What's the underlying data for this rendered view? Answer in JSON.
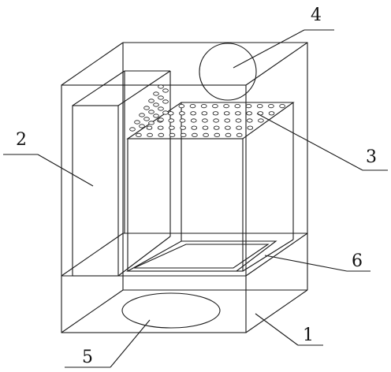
{
  "labels": {
    "l1": "1",
    "l2": "2",
    "l3": "3",
    "l4": "4",
    "l5": "5",
    "l6": "6"
  },
  "colors": {
    "line": "#1a1a1a",
    "background": "#ffffff"
  }
}
